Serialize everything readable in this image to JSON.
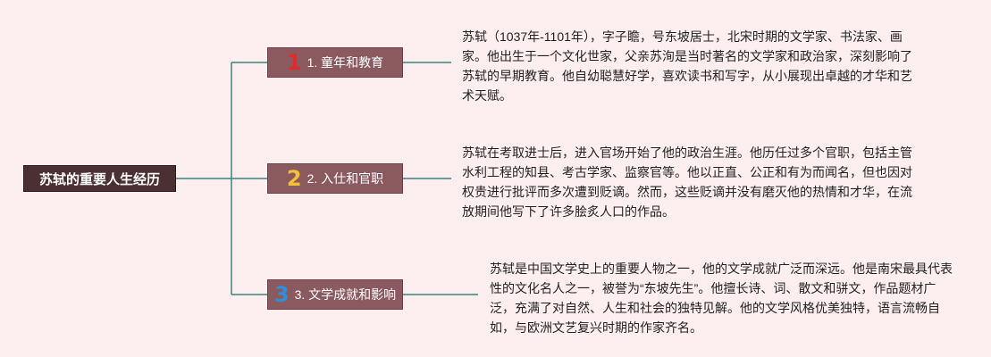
{
  "colors": {
    "background": "#fdeef0",
    "root_fill": "#4a2f33",
    "branch_fill": "#8a5a5e",
    "connector": "#3f8078",
    "num1": "#e8262d",
    "num2": "#f2c232",
    "num3": "#2f8fd8"
  },
  "root": {
    "label": "苏轼的重要人生经历"
  },
  "branches": [
    {
      "num": "1",
      "label": "1. 童年和教育",
      "detail": "苏轼（1037年-1101年），字子瞻，号东坡居士，北宋时期的文学家、书法家、画家。他出生于一个文化世家，父亲苏洵是当时著名的文学家和政治家，深刻影响了苏轼的早期教育。他自幼聪慧好学，喜欢读书和写字，从小展现出卓越的才华和艺术天赋。"
    },
    {
      "num": "2",
      "label": "2. 入仕和官职",
      "detail": "苏轼在考取进士后，进入官场开始了他的政治生涯。他历任过多个官职，包括主管水利工程的知县、考古学家、监察官等。他以正直、公正和有为而闻名，但也因对权贵进行批评而多次遭到贬谪。然而，这些贬谪并没有磨灭他的热情和才华，在流放期间他写下了许多脍炙人口的作品。"
    },
    {
      "num": "3",
      "label": "3. 文学成就和影响",
      "detail": "苏轼是中国文学史上的重要人物之一，他的文学成就广泛而深远。他是南宋最具代表性的文化名人之一，被誉为“东坡先生”。他擅长诗、词、散文和骈文，作品题材广泛，充满了对自然、人生和社会的独特见解。他的文学风格优美独特，语言流畅自如，与欧洲文艺复兴时期的作家齐名。"
    }
  ]
}
